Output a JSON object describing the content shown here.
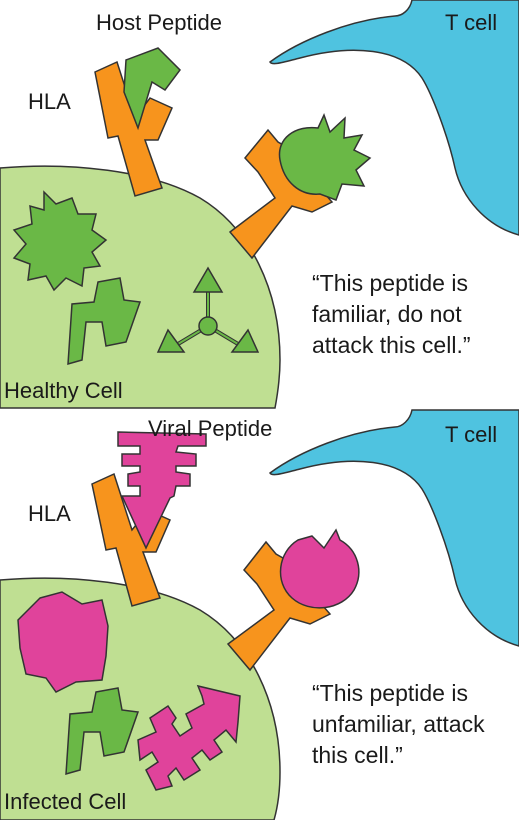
{
  "panels": [
    {
      "peptide_label": "Host Peptide",
      "hla_label": "HLA",
      "tcell_label": "T cell",
      "cell_label": "Healthy Cell",
      "quote": "“This peptide is familiar, do not attack this cell.”",
      "peptide_color": "#6ab846"
    },
    {
      "peptide_label": "Viral Peptide",
      "hla_label": "HLA",
      "tcell_label": "T cell",
      "cell_label": "Infected Cell",
      "quote": "“This peptide is unfamiliar, attack this cell.”",
      "peptide_color": "#e0439b"
    }
  ],
  "colors": {
    "cell_fill": "#bfdf92",
    "hla_orange": "#f7941d",
    "tcell_blue": "#4fc3e0",
    "green": "#6ab846",
    "magenta": "#e0439b",
    "outline": "#333333"
  }
}
